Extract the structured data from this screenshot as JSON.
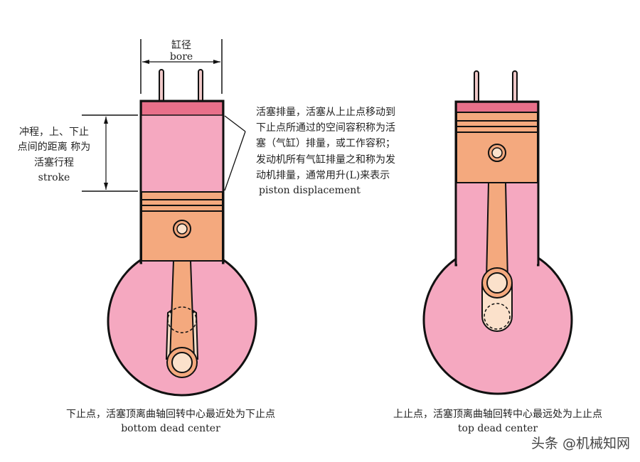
{
  "colors": {
    "chamber_pink": "#f5a8c0",
    "head_red": "#e8708a",
    "piston_orange": "#f4a97e",
    "web_cream": "#fbe1cb",
    "outline": "#111111"
  },
  "labels": {
    "bore_cn": "缸径",
    "bore_en": "bore",
    "stroke_lines": [
      "冲程，上、下止",
      "点间的距离 称为",
      "活塞行程",
      "stroke"
    ],
    "displacement_lines": [
      "活塞排量，活塞从上止点移动到",
      "下止点所通过的空间容积称为活",
      "塞（气缸）排量，或工作容积；",
      "发动机所有气缸排量之和称为发",
      "动机排量，通常用升(L)来表示",
      "piston displacement"
    ],
    "bdc_cn": "下止点，活塞顶离曲轴回转中心最近处为下止点",
    "bdc_en": "bottom dead center",
    "tdc_cn": "上止点，活塞顶离曲轴回转中心最远处为上止点",
    "tdc_en": "top dead center"
  },
  "watermark": "头条 @机械知网"
}
